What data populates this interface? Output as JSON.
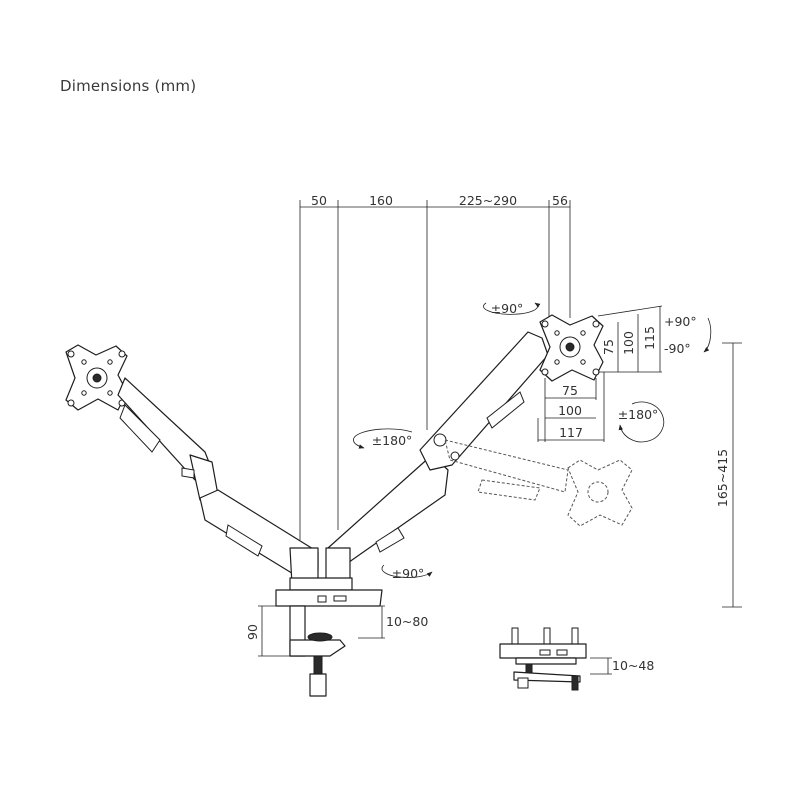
{
  "title": "Dimensions (mm)",
  "dimensions": {
    "top": [
      "50",
      "160",
      "225~290",
      "56"
    ],
    "vesa_v": [
      "75",
      "100",
      "115"
    ],
    "vesa_h": [
      "75",
      "100",
      "117"
    ],
    "height_range": "165~415",
    "clamp_height": "90",
    "desk_clamp": "10~80",
    "desk_grommet": "10~48"
  },
  "rotations": {
    "tilt_up": "+90°",
    "tilt_down": "-90°",
    "swivel_head": "±90°",
    "rotate_head": "±180°",
    "arm_swivel": "±180°",
    "base_swivel": "±90°"
  },
  "icons": [
    "rotation-arrow-icon"
  ]
}
